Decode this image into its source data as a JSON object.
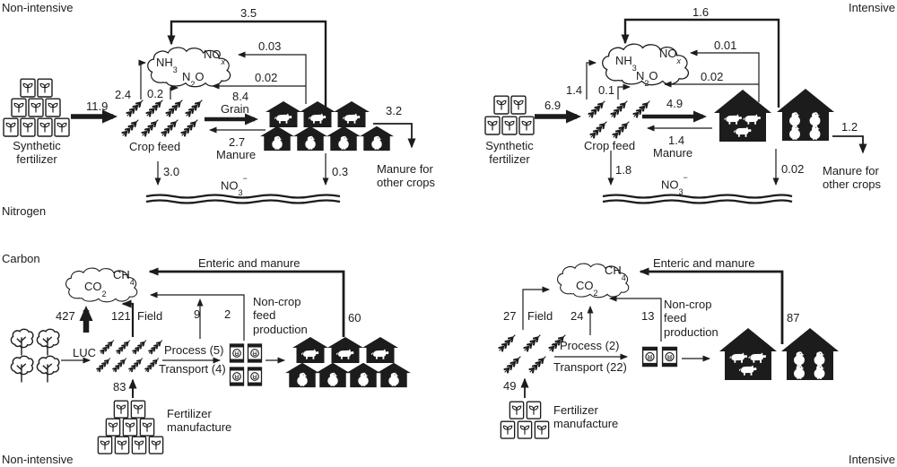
{
  "corners": {
    "tl": "Non-intensive",
    "tr": "Intensive",
    "bl": "Non-intensive",
    "br": "Intensive"
  },
  "sections": {
    "nitrogen": "Nitrogen",
    "carbon": "Carbon"
  },
  "chem": {
    "nh3": {
      "a": "NH",
      "sub": "3"
    },
    "nox": {
      "a": "NO",
      "sub": "x"
    },
    "n2o": {
      "a": "N",
      "sub": "2",
      "b": "O"
    },
    "no3": {
      "a": "NO",
      "sub": "3",
      "sup": "−"
    },
    "co2": {
      "a": "CO",
      "sub": "2"
    },
    "ch4": {
      "a": "CH",
      "sub": "4"
    }
  },
  "n_ni": {
    "animals_to_atmosphere": "3.5",
    "nox_from_animals": "0.03",
    "n2o_from_animals": "0.02",
    "nh3_from_crops": "2.4",
    "n2o_from_crops": "0.2",
    "fertilizer_to_crops": "11.9",
    "grain_value": "8.4",
    "grain_label": "Grain",
    "manure_value": "2.7",
    "manure_label": "Manure",
    "leaching_crops": "3.0",
    "leaching_animals": "0.3",
    "manure_other_value": "3.2",
    "manure_other_label": "Manure for\nother crops",
    "synthetic_fertilizer": "Synthetic\nfertilizer",
    "crop_feed": "Crop feed"
  },
  "n_in": {
    "animals_to_atmosphere": "1.6",
    "nox_from_animals": "0.01",
    "n2o_from_animals": "0.02",
    "nh3_from_crops": "1.4",
    "n2o_from_crops": "0.1",
    "fertilizer_to_crops": "6.9",
    "grain_value": "4.9",
    "manure_value": "1.4",
    "manure_label": "Manure",
    "leaching_crops": "1.8",
    "leaching_animals": "0.02",
    "manure_other_value": "1.2",
    "manure_other_label": "Manure for\nother crops",
    "synthetic_fertilizer": "Synthetic\nfertilizer",
    "crop_feed": "Crop feed"
  },
  "c_ni": {
    "enteric_label": "Enteric and manure",
    "enteric_value": "60",
    "luc_value": "427",
    "luc_label": "LUC",
    "field_value": "121",
    "field_label": "Field",
    "process_emission": "9",
    "noncrop_emission": "2",
    "noncrop_label": "Non-crop\nfeed\nproduction",
    "process_label": "Process (5)",
    "transport_label": "Transport (4)",
    "fertilizer_value": "83",
    "fertilizer_label": "Fertilizer\nmanufacture"
  },
  "c_in": {
    "enteric_label": "Enteric and manure",
    "enteric_value": "87",
    "field_value": "27",
    "field_label": "Field",
    "process_emission": "24",
    "noncrop_emission": "13",
    "noncrop_label": "Non-crop\nfeed\nproduction",
    "process_label": "Process (2)",
    "transport_label": "Transport (22)",
    "fertilizer_value": "49",
    "fertilizer_label": "Fertilizer\nmanufacture"
  }
}
